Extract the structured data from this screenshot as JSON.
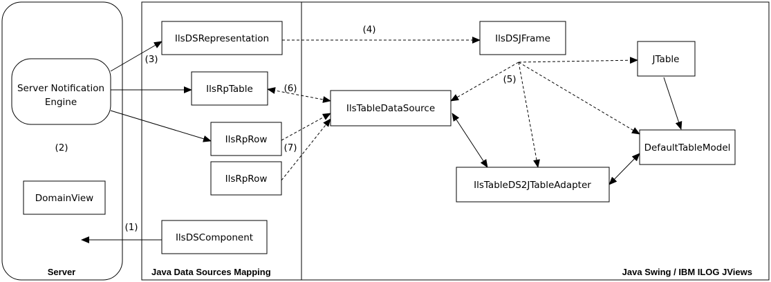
{
  "regions": {
    "server": "Server",
    "mapping": "Java Data Sources Mapping",
    "swing": "Java Swing / IBM ILOG JViews"
  },
  "nodes": {
    "server_engine_line1": "Server Notification",
    "server_engine_line2": "Engine",
    "domain_view": "DomainView",
    "ds_representation": "IlsDSRepresentation",
    "rp_table": "IlsRpTable",
    "rp_row_1": "IlsRpRow",
    "rp_row_2": "IlsRpRow",
    "ds_component": "IlsDSComponent",
    "ds_jframe": "IlsDSJFrame",
    "jtable": "JTable",
    "table_data_source": "IlsTableDataSource",
    "default_table_model": "DefaultTableModel",
    "table_adapter": "IlsTableDS2JTableAdapter"
  },
  "step_labels": {
    "s1": "(1)",
    "s2": "(2)",
    "s3": "(3)",
    "s4": "(4)",
    "s5": "(5)",
    "s6": "(6)",
    "s7": "(7)"
  }
}
